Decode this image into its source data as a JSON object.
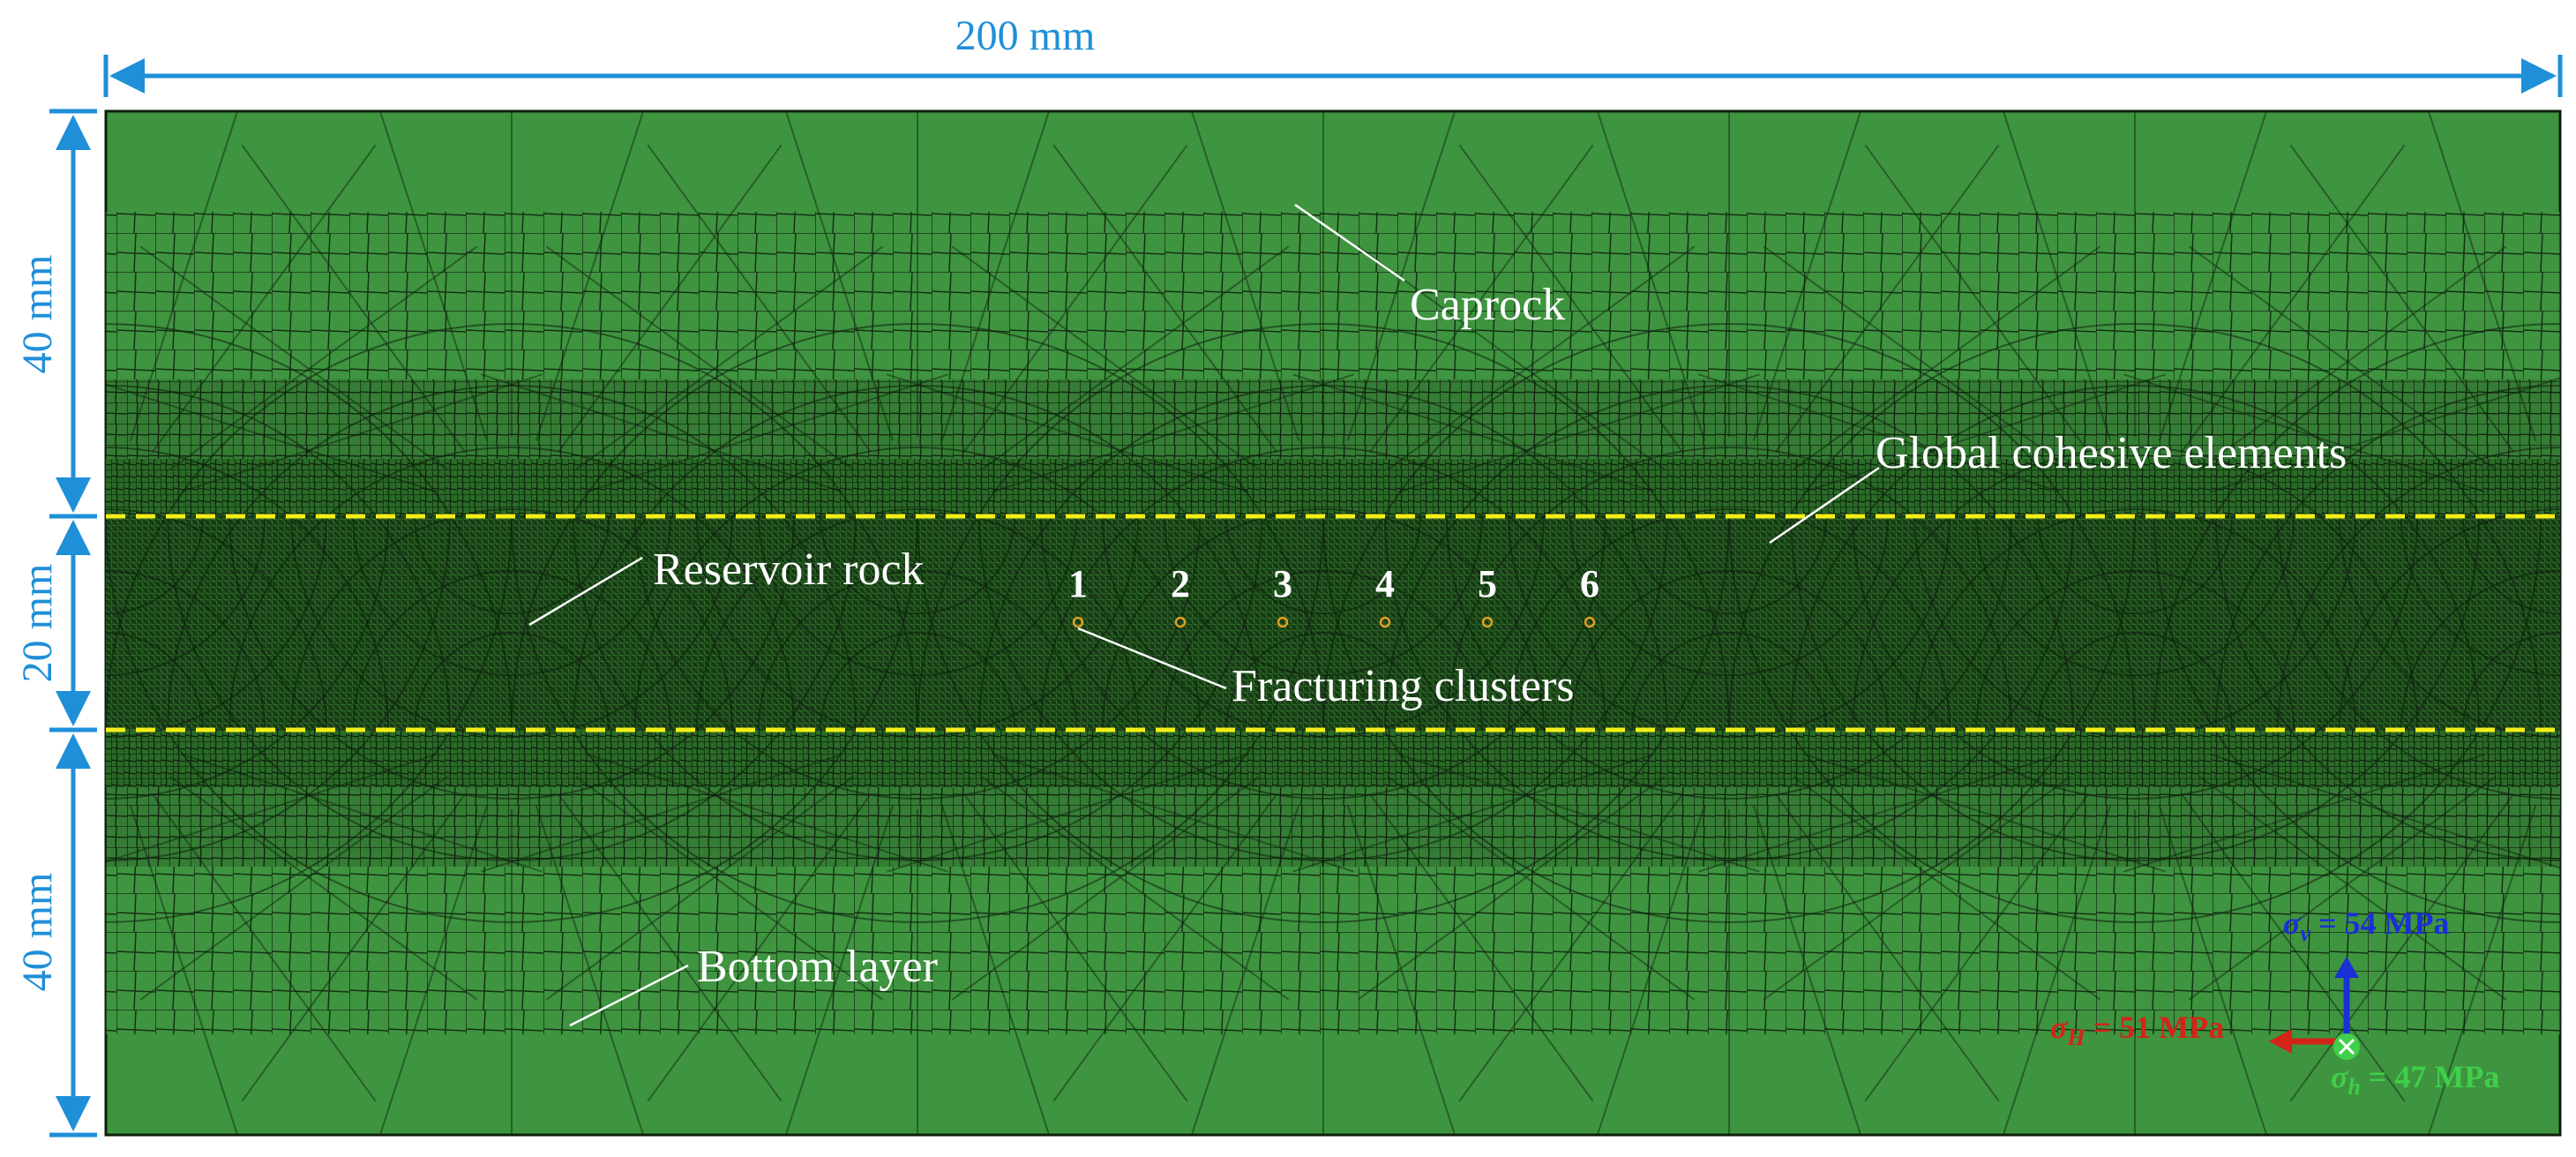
{
  "dimensions": {
    "width_label": "200 mm",
    "caprock_height_label": "40 mm",
    "reservoir_height_label": "20 mm",
    "bottom_height_label": "40 mm"
  },
  "labels": {
    "caprock": "Caprock",
    "global_cohesive": "Global cohesive elements",
    "reservoir_rock": "Reservoir rock",
    "fracturing_clusters": "Fracturing clusters",
    "bottom_layer": "Bottom layer"
  },
  "clusters": [
    "1",
    "2",
    "3",
    "4",
    "5",
    "6"
  ],
  "stresses": {
    "vertical": {
      "symbol": "σ",
      "subscript": "v",
      "value": " = 54 MPa",
      "color": "#1a2fd6"
    },
    "max_horizontal": {
      "symbol": "σ",
      "subscript": "H",
      "value": " = 51 MPa",
      "color": "#d42418"
    },
    "min_horizontal": {
      "symbol": "σ",
      "subscript": "h",
      "value": " = 47 MPa",
      "color": "#3fcf4a"
    }
  },
  "colors": {
    "mesh_fill": "#3f9440",
    "mesh_line": "#0c1f0c",
    "reservoir_fill": "#1f4f1c",
    "cohesive_line": "#f2ee1a",
    "dimension": "#1f8fd8",
    "cluster_marker": "#e0a020"
  }
}
